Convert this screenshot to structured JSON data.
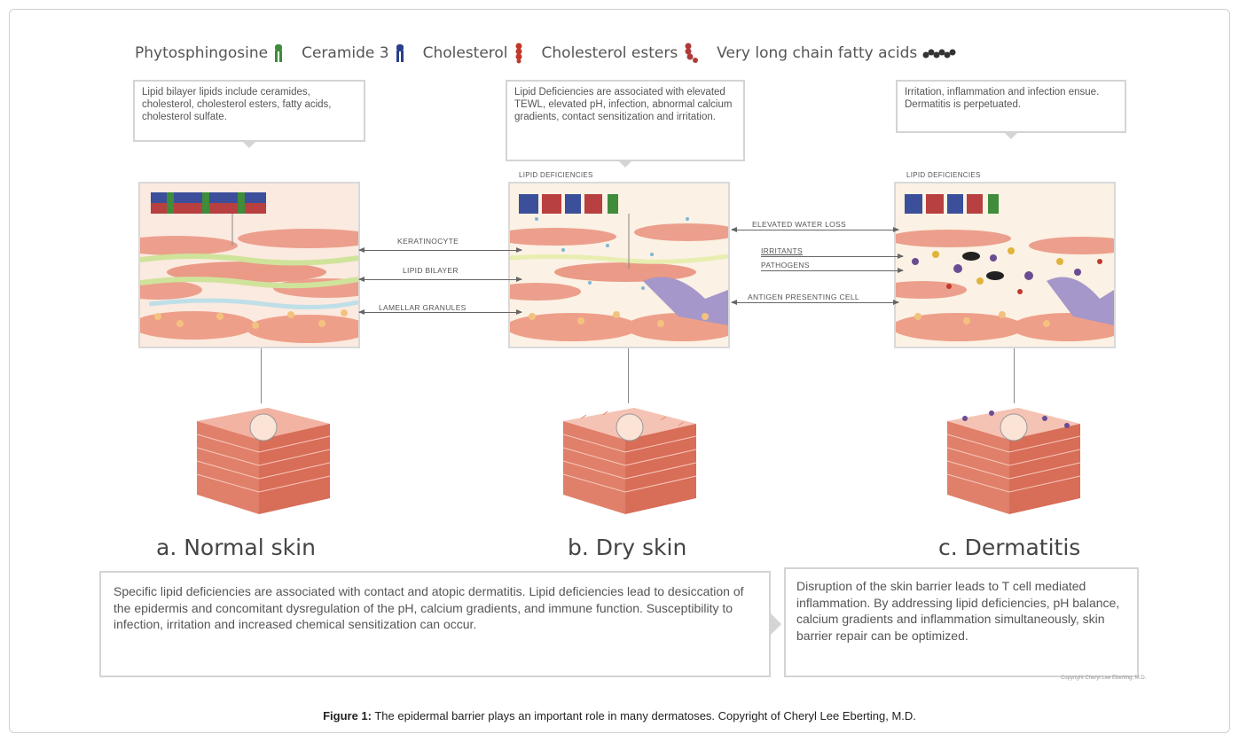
{
  "legend": {
    "phytosphingosine": "Phytosphingosine",
    "ceramide3": "Ceramide 3",
    "cholesterol": "Cholesterol",
    "cholesterol_esters": "Cholesterol esters",
    "vlcfa": "Very long chain fatty acids"
  },
  "colors": {
    "phytosphingosine": "#3f8c3a",
    "ceramide3": "#2c3f8a",
    "cholesterol": "#c0392b",
    "cholesterol_esters": "#b03a3a",
    "vlcfa": "#333333",
    "skin_red": "#e8937f"
  },
  "callouts": {
    "normal": "Lipid bilayer lipids include ceramides, cholesterol, cholesterol esters, fatty acids, cholesterol sulfate.",
    "dry": "Lipid Deficiencies are associated with elevated TEWL, elevated pH, infection, abnormal calcium gradients, contact sensitization and irritation.",
    "dermatitis": "Irritation, inflammation and infection ensue. Dermatitis is perpetuated."
  },
  "panel_titles": {
    "dry": "LIPID DEFICIENCIES",
    "dermatitis": "LIPID DEFICIENCIES"
  },
  "labels_left": {
    "keratinocyte": "KERATINOCYTE",
    "lipid_bilayer": "LIPID BILAYER",
    "lamellar_granules": "LAMELLAR GRANULES"
  },
  "labels_right": {
    "elevated_water_loss": "ELEVATED WATER LOSS",
    "irritants": "IRRITANTS",
    "pathogens": "PATHOGENS",
    "antigen_presenting_cell": "ANTIGEN PRESENTING CELL"
  },
  "headings": {
    "normal": "a. Normal skin",
    "dry": "b. Dry skin",
    "dermatitis": "c. Dermatitis"
  },
  "bottom": {
    "left": "Specific lipid deficiencies are associated with contact and atopic dermatitis. Lipid deficiencies lead to desiccation of the epidermis and concomitant dysregulation of the pH, calcium gradients, and immune function. Susceptibility to infection, irritation and increased chemical sensitization can occur.",
    "right": "Disruption of the skin barrier leads to T cell mediated inflammation. By addressing lipid deficiencies, pH balance, calcium gradients and inflammation simultaneously, skin barrier repair can be optimized."
  },
  "copyright": "Copyright Cheryl Lee Eberting, M.D.",
  "caption": {
    "label": "Figure 1:",
    "text": " The epidermal barrier plays an important role in many dermatoses. Copyright of Cheryl Lee Eberting, M.D."
  }
}
